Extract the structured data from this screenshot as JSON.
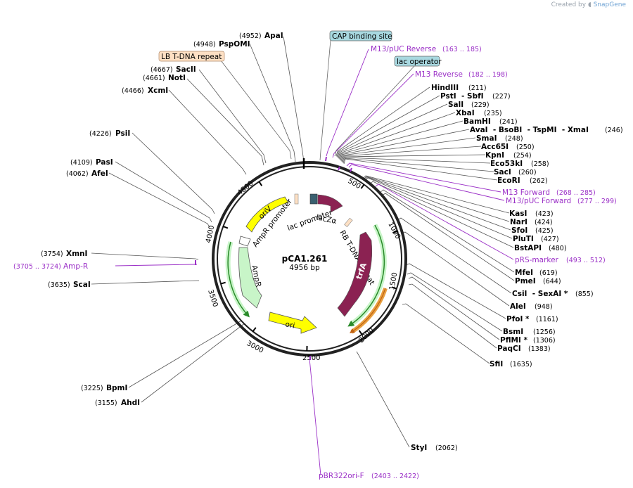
{
  "credit": {
    "prefix": "Created by",
    "brand": "SnapGene"
  },
  "plasmid": {
    "name": "pCA1.261",
    "size": "4956 bp",
    "length": 4956
  },
  "colors": {
    "primer": "#9b30c7",
    "backbone": "#222222",
    "feature_yellow": "#ffff00",
    "feature_maroon": "#8b2252",
    "feature_green": "#c8f5c8",
    "misc_blue": "#a8d8e0",
    "misc_peach": "#fde0c4",
    "orange_arrow": "#e8a040"
  },
  "ticks": [
    "500",
    "1000",
    "1500",
    "2000",
    "2500",
    "3000",
    "3500",
    "4000",
    "4500"
  ],
  "enzymes": [
    {
      "name": "ApaI",
      "pos": "(4952)"
    },
    {
      "name": "PspOMI",
      "pos": "(4948)"
    },
    {
      "name": "SacII",
      "pos": "(4667)"
    },
    {
      "name": "NotI",
      "pos": "(4661)"
    },
    {
      "name": "XcmI",
      "pos": "(4466)"
    },
    {
      "name": "PsiI",
      "pos": "(4226)"
    },
    {
      "name": "PasI",
      "pos": "(4109)"
    },
    {
      "name": "AfeI",
      "pos": "(4062)"
    },
    {
      "name": "XmnI",
      "pos": "(3754)"
    },
    {
      "name": "ScaI",
      "pos": "(3635)"
    },
    {
      "name": "BpmI",
      "pos": "(3225)"
    },
    {
      "name": "AhdI",
      "pos": "(3155)"
    },
    {
      "name": "HindIII",
      "pos": "(211)"
    },
    {
      "name": "PstI  - SbfI",
      "pos": "(227)"
    },
    {
      "name": "SalI",
      "pos": "(229)"
    },
    {
      "name": "XbaI",
      "pos": "(235)"
    },
    {
      "name": "BamHI",
      "pos": "(241)"
    },
    {
      "name": "AvaI  - BsoBI  - TspMI  - XmaI",
      "pos": "(246)"
    },
    {
      "name": "SmaI",
      "pos": "(248)"
    },
    {
      "name": "Acc65I",
      "pos": "(250)"
    },
    {
      "name": "KpnI",
      "pos": "(254)"
    },
    {
      "name": "Eco53kI",
      "pos": "(258)"
    },
    {
      "name": "SacI",
      "pos": "(260)"
    },
    {
      "name": "EcoRI",
      "pos": "(262)"
    },
    {
      "name": "KasI",
      "pos": "(423)"
    },
    {
      "name": "NarI",
      "pos": "(424)"
    },
    {
      "name": "SfoI",
      "pos": "(425)"
    },
    {
      "name": "PluTI",
      "pos": "(427)"
    },
    {
      "name": "BstAPI",
      "pos": "(480)"
    },
    {
      "name": "MfeI",
      "pos": "(619)"
    },
    {
      "name": "PmeI",
      "pos": "(644)"
    },
    {
      "name": "CsiI  - SexAI *",
      "pos": "(855)"
    },
    {
      "name": "AleI",
      "pos": "(948)"
    },
    {
      "name": "PfoI *",
      "pos": "(1161)"
    },
    {
      "name": "BsmI",
      "pos": "(1256)"
    },
    {
      "name": "PflMI *",
      "pos": "(1306)"
    },
    {
      "name": "PaqCI",
      "pos": "(1383)"
    },
    {
      "name": "SfiI",
      "pos": "(1635)"
    },
    {
      "name": "StyI",
      "pos": "(2062)"
    }
  ],
  "primers": [
    {
      "name": "M13/pUC Reverse",
      "pos": "(163 .. 185)"
    },
    {
      "name": "M13 Reverse",
      "pos": "(182 .. 198)"
    },
    {
      "name": "M13 Forward",
      "pos": "(268 .. 285)"
    },
    {
      "name": "M13/pUC Forward",
      "pos": "(277 .. 299)"
    },
    {
      "name": "pRS-marker",
      "pos": "(493 .. 512)"
    },
    {
      "name": "Amp-R",
      "pos": "(3705 .. 3724)"
    },
    {
      "name": "pBR322ori-F",
      "pos": "(2403 .. 2422)"
    }
  ],
  "boxed_features": [
    {
      "name": "CAP binding site"
    },
    {
      "name": "lac operator"
    },
    {
      "name": "LB T-DNA repeat"
    }
  ],
  "features": {
    "oriV": "oriV",
    "ampR_promoter": "AmpR promoter",
    "lac_promoter": "lac promoter",
    "lacZa": "lacZα",
    "rb_tdna": "RB T-DNA repeat",
    "trfA": "trfA",
    "ampR": "AmpR",
    "ori": "ori"
  }
}
